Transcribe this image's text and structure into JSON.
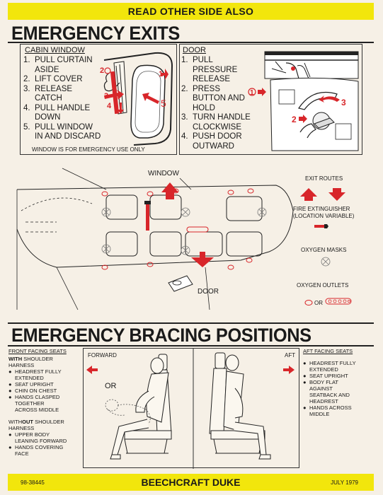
{
  "header": {
    "banner": "READ OTHER SIDE ALSO"
  },
  "exits": {
    "title": "EMERGENCY EXITS",
    "cabin_window": {
      "title": "CABIN WINDOW",
      "steps": [
        {
          "n": "1.",
          "t": "PULL CURTAIN"
        },
        {
          "n": "",
          "t": "ASIDE"
        },
        {
          "n": "2.",
          "t": "LIFT COVER"
        },
        {
          "n": "3.",
          "t": "RELEASE"
        },
        {
          "n": "",
          "t": "CATCH"
        },
        {
          "n": "4.",
          "t": "PULL HANDLE"
        },
        {
          "n": "",
          "t": "DOWN"
        },
        {
          "n": "5.",
          "t": "PULL WINDOW"
        },
        {
          "n": "",
          "t": "IN AND DISCARD"
        }
      ],
      "note": "WINDOW IS FOR EMERGENCY USE ONLY",
      "callouts": [
        "1",
        "2",
        "3",
        "4",
        "5"
      ]
    },
    "door": {
      "title": "DOOR",
      "steps": [
        {
          "n": "1.",
          "t": "PULL"
        },
        {
          "n": "",
          "t": "PRESSURE"
        },
        {
          "n": "",
          "t": "RELEASE"
        },
        {
          "n": "2.",
          "t": "PRESS"
        },
        {
          "n": "",
          "t": "BUTTON AND"
        },
        {
          "n": "",
          "t": "HOLD"
        },
        {
          "n": "3.",
          "t": "TURN HANDLE"
        },
        {
          "n": "",
          "t": "CLOCKWISE"
        },
        {
          "n": "4.",
          "t": "PUSH DOOR"
        },
        {
          "n": "",
          "t": "OUTWARD"
        }
      ],
      "callouts": [
        "1",
        "2",
        "3"
      ]
    }
  },
  "layout": {
    "window_label": "WINDOW",
    "door_label": "DOOR"
  },
  "legend": {
    "exit_routes": "EXIT ROUTES",
    "fire_ext_1": "FIRE EXTINGUISHER",
    "fire_ext_2": "(LOCATION VARIABLE)",
    "oxygen_masks": "OXYGEN MASKS",
    "oxygen_outlets": "OXYGEN OUTLETS",
    "or": "OR"
  },
  "bracing": {
    "title": "EMERGENCY BRACING POSITIONS",
    "front": {
      "title": "FRONT FACING SEATS",
      "with_1a": "WITH",
      "with_1b": " SHOULDER",
      "with_2": "HARNESS",
      "with_items": [
        [
          "HEADREST FULLY",
          "EXTENDED"
        ],
        [
          "SEAT UPRIGHT"
        ],
        [
          "CHIN ON CHEST"
        ],
        [
          "HANDS CLASPED",
          "TOGETHER",
          "ACROSS MIDDLE"
        ]
      ],
      "without_1a": "WITH",
      "without_1b": "OUT",
      "without_1c": " SHOULDER",
      "without_2": "HARNESS",
      "without_items": [
        [
          "UPPER BODY",
          "LEANING FORWARD"
        ],
        [
          "HANDS COVERING",
          "FACE"
        ]
      ],
      "forward_label": "FORWARD",
      "or_label": "OR"
    },
    "aft": {
      "title": "AFT FACING SEATS",
      "items": [
        [
          "HEADREST FULLY",
          "EXTENDED"
        ],
        [
          "SEAT UPRIGHT"
        ],
        [
          "BODY FLAT",
          "AGAINST",
          "SEATBACK AND",
          "HEADREST"
        ],
        [
          "HANDS ACROSS",
          "MIDDLE"
        ]
      ],
      "aft_label": "AFT"
    }
  },
  "footer": {
    "part_no": "98-38445",
    "model": "BEECHCRAFT DUKE",
    "date": "JULY 1979"
  },
  "colors": {
    "banner": "#f2e60c",
    "accent_red": "#d8262a",
    "ink": "#1a1a1a"
  }
}
